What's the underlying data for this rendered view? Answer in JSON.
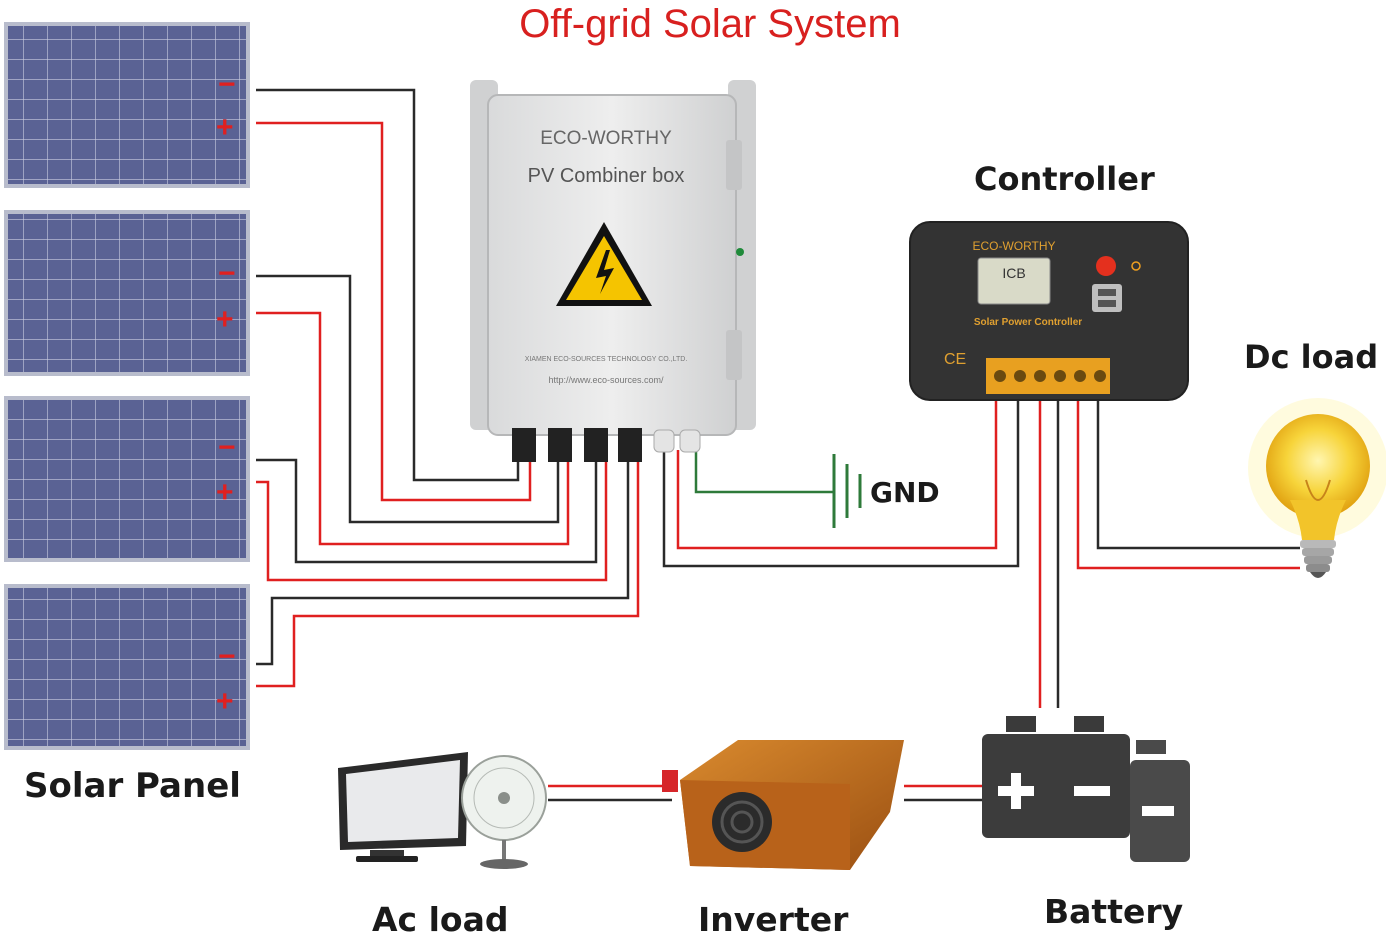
{
  "title": "Off-grid Solar System",
  "labels": {
    "solar_panel": "Solar Panel",
    "controller": "Controller",
    "dc_load": "Dc load",
    "gnd": "GND",
    "ac_load": "Ac load",
    "inverter": "Inverter",
    "battery": "Battery"
  },
  "combiner_box": {
    "brand": "ECO-WORTHY",
    "name": "PV Combiner box",
    "company": "XIAMEN ECO-SOURCES TECHNOLOGY CO.,LTD.",
    "url": "http://www.eco-sources.com/"
  },
  "controller_unit": {
    "brand": "ECO-WORTHY",
    "name": "Solar Power Controller",
    "ce": "CE",
    "display": "ICB"
  },
  "terminal_signs": {
    "minus": "−",
    "plus": "+"
  },
  "colors": {
    "positive_wire": "#e02020",
    "negative_wire": "#2a2a2a",
    "ground_wire": "#2e7a3a",
    "title": "#d8201f",
    "controller_accent": "#f0a020",
    "inverter_body": "#c06a1a",
    "battery": "#3c3c3c",
    "bulb": "#f5c518"
  }
}
